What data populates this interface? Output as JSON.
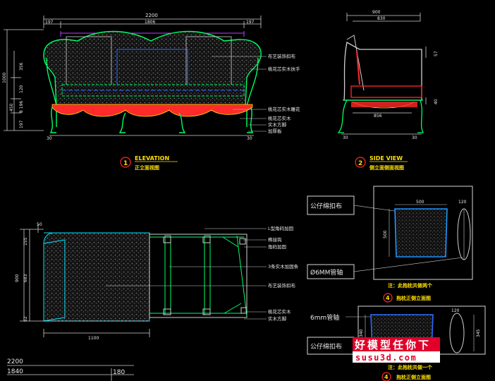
{
  "dims": {
    "top_total": "2200",
    "top_left": "197",
    "top_mid": "1806",
    "top_right": "197",
    "side_total": "900",
    "side_sub": "830",
    "left_h": "1000",
    "left_a": "356",
    "left_b": "120",
    "left_c": "450",
    "left_d": "8 196",
    "left_e": "197",
    "foot_left": "30",
    "foot_right": "30",
    "side_57": "57",
    "side_40": "40",
    "side_bottom": "856",
    "side_foot_left": "30",
    "side_foot_right": "30",
    "plan_50": "50",
    "plan_155": "155",
    "plan_900": "900",
    "plan_683": "683",
    "plan_62": "62",
    "plan_bottom": "1100",
    "pillow_500w": "500",
    "pillow_500h": "500",
    "pillow_120": "120",
    "pillow2_120": "120",
    "pillow2_340": "340",
    "pillow2_345": "345",
    "bl_2200": "2200",
    "bl_1840": "1840",
    "bl_180": "180"
  },
  "elevation_notes": [
    "布艺装饰扣布",
    "桃花芯实木扶手",
    "桃花芯实木雕花",
    "桃花芯实木",
    "实木方脚",
    "加厚板"
  ],
  "plan_notes": [
    "L型角码加固",
    "榫接钩",
    "角码加固",
    "3条实木加固条",
    "布艺装饰扣布",
    "桃花芯实木",
    "实木方脚"
  ],
  "labels": {
    "elevation_num": "1",
    "elevation_en": "ELEVATION",
    "elevation_cn": "正立面视图",
    "side_num": "2",
    "side_en": "SIDE VIEW",
    "side_cn": "侧立面侧面视图",
    "pillow1_fabric": "公仔绵扣布",
    "pillow1_pipe": "Ø6MM管轴",
    "pillow1_note": "注：此抱枕共做两个",
    "pillow1_num": "4",
    "pillow1_cn": "抱枕正侧立面图",
    "pillow2_pipe": "6mm管轴",
    "pillow2_fabric": "公仔绵扣布",
    "pillow2_note": "注：此抱枕共做一个",
    "pillow2_num": "4",
    "pillow2_cn": "抱枕正侧立面图",
    "watermark_cn": "好模型任你下",
    "watermark_url": "susu3d.com"
  },
  "colors": {
    "wood": "#00ff66",
    "carve": "#ff2a2a",
    "fabric": "#8a8a8a",
    "dim": "#c040ff",
    "blue": "#2d6bff",
    "yellow": "#ffe000",
    "cyan": "#00e5ff"
  }
}
